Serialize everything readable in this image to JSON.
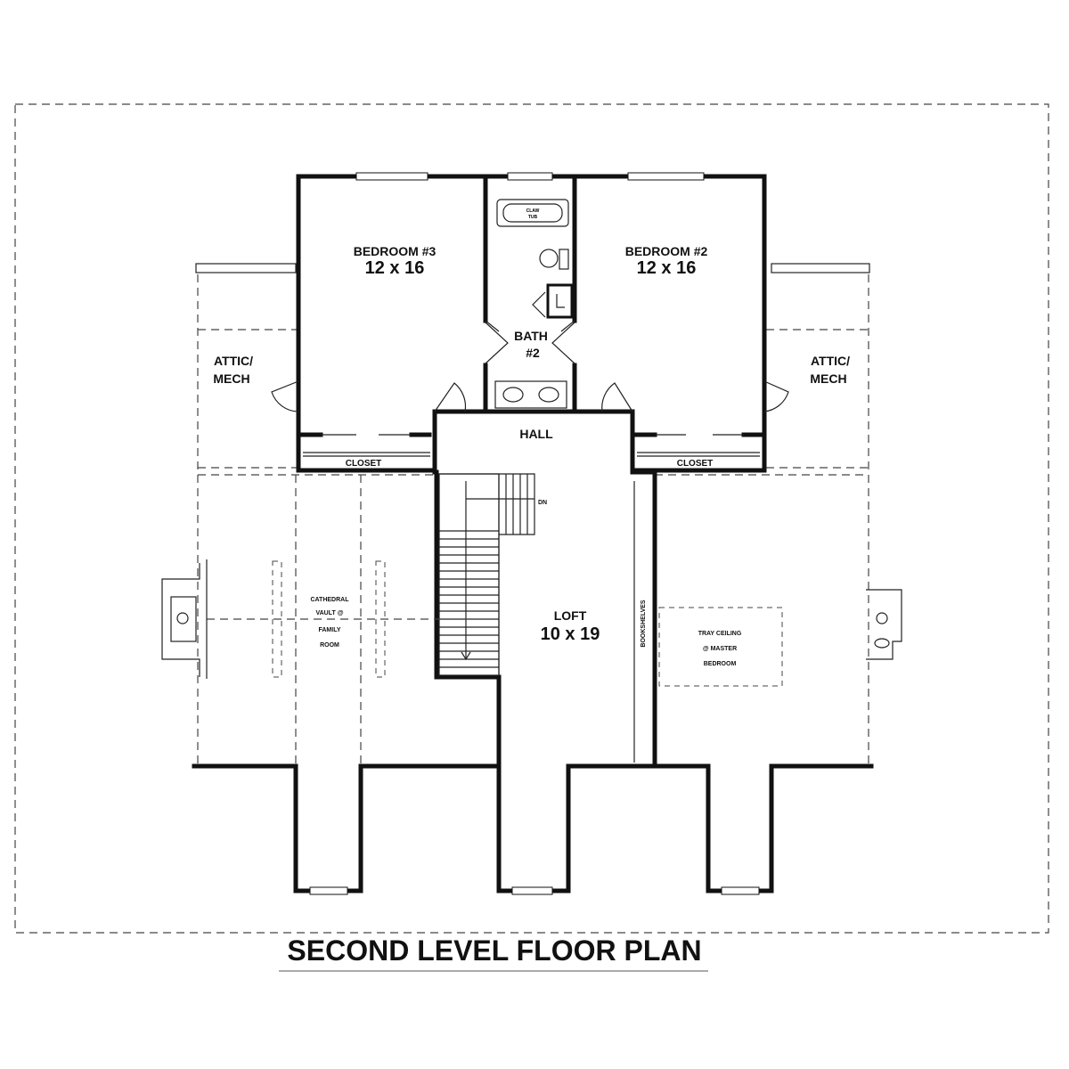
{
  "plan": {
    "title": "SECOND LEVEL FLOOR PLAN",
    "rooms": {
      "bedroom3": {
        "name": "BEDROOM #3",
        "dims": "12 x 16"
      },
      "bedroom2": {
        "name": "BEDROOM #2",
        "dims": "12 x 16"
      },
      "bath_line1": "BATH",
      "bath_line2": "#2",
      "hall": "HALL",
      "loft": {
        "name": "LOFT",
        "dims": "10 x 19"
      },
      "closet_left": "CLOSET",
      "closet_right": "CLOSET",
      "attic_left": [
        "ATTIC/",
        "MECH"
      ],
      "attic_right": [
        "ATTIC/",
        "MECH"
      ],
      "family_vault": [
        "CATHEDRAL",
        "VAULT @",
        "FAMILY",
        "ROOM"
      ],
      "master_tray": [
        "TRAY CEILING",
        "@ MASTER",
        "BEDROOM"
      ],
      "bookshelves": "BOOKSHELVES",
      "stair_dn": "DN",
      "tub": [
        "CLAW",
        "TUB"
      ]
    }
  }
}
